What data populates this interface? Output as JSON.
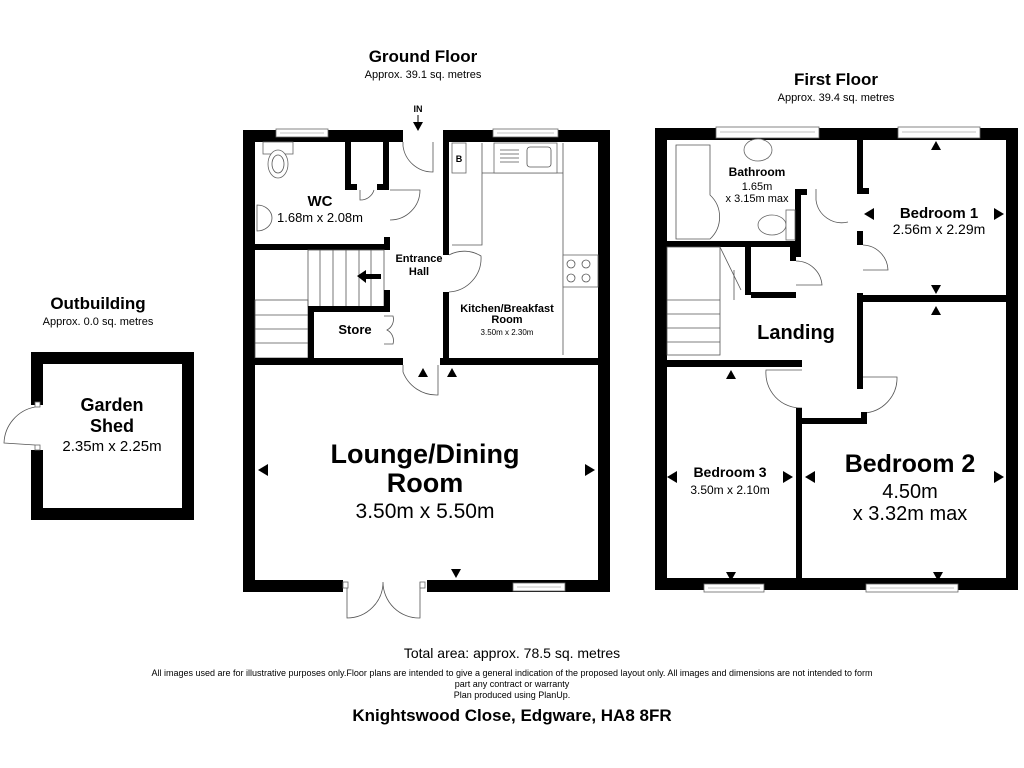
{
  "ground_floor": {
    "title": "Ground Floor",
    "area": "Approx. 39.1 sq. metres",
    "entrance_label": "IN",
    "rooms": {
      "wc": {
        "name": "WC",
        "dims": "1.68m x 2.08m"
      },
      "entrance_hall": {
        "name_line1": "Entrance",
        "name_line2": "Hall"
      },
      "store": {
        "name": "Store"
      },
      "kitchen": {
        "name_line1": "Kitchen/Breakfast",
        "name_line2": "Room",
        "dims": "3.50m x 2.30m",
        "boiler_label": "B"
      },
      "lounge": {
        "name_line1": "Lounge/Dining",
        "name_line2": "Room",
        "dims": "3.50m x 5.50m"
      }
    }
  },
  "first_floor": {
    "title": "First Floor",
    "area": "Approx. 39.4 sq. metres",
    "rooms": {
      "bathroom": {
        "name": "Bathroom",
        "dims_line1": "1.65m",
        "dims_line2": "x 3.15m max"
      },
      "bedroom1": {
        "name": "Bedroom 1",
        "dims": "2.56m x 2.29m"
      },
      "landing": {
        "name": "Landing"
      },
      "bedroom3": {
        "name": "Bedroom 3",
        "dims": "3.50m x 2.10m"
      },
      "bedroom2": {
        "name": "Bedroom 2",
        "dims_line1": "4.50m",
        "dims_line2": "x 3.32m max"
      }
    }
  },
  "outbuilding": {
    "title": "Outbuilding",
    "area": "Approx. 0.0 sq. metres",
    "rooms": {
      "garden_shed": {
        "name_line1": "Garden",
        "name_line2": "Shed",
        "dims": "2.35m x 2.25m"
      }
    }
  },
  "footer": {
    "total_area": "Total area: approx. 78.5 sq. metres",
    "disclaimer_line1": "All images used are for illustrative purposes only.Floor plans are intended to give a general indication of the proposed layout only. All images and dimensions are not intended to form",
    "disclaimer_line2": "part any contract or warranty",
    "disclaimer_line3": "Plan produced using PlanUp.",
    "address": "Knightswood Close, Edgware, HA8 8FR"
  }
}
